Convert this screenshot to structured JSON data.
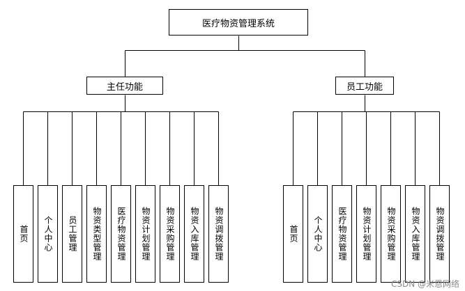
{
  "root": {
    "label": "医疗物资管理系统"
  },
  "groups": [
    {
      "label": "主任功能",
      "items": [
        "首页",
        "个人中心",
        "员工管理",
        "物资类型管理",
        "医疗物资管理",
        "物资计划管理",
        "物资采购管理",
        "物资入库管理",
        "物资调拨管理"
      ]
    },
    {
      "label": "员工功能",
      "items": [
        "首页",
        "个人中心",
        "医疗物资管理",
        "物资计划管理",
        "物资采购管理",
        "物资入库管理",
        "物资调拨管理"
      ]
    }
  ],
  "watermark": "CSDN @米恩网络"
}
